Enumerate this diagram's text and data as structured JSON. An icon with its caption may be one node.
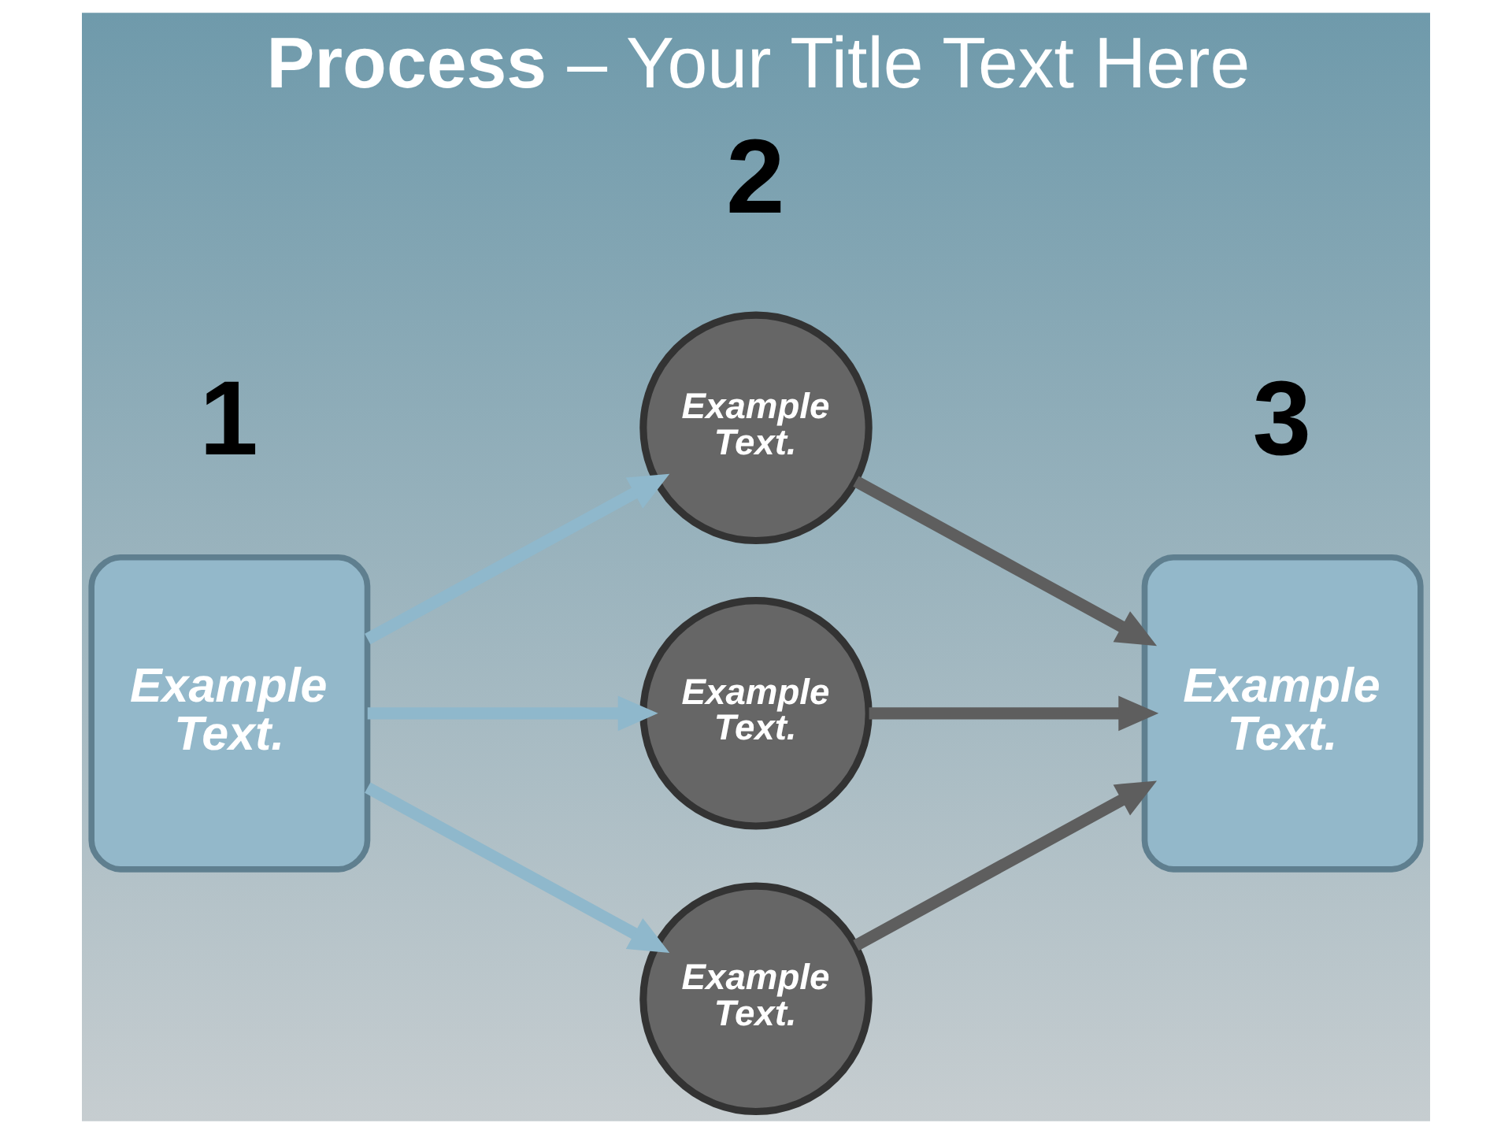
{
  "diagram": {
    "title": "**Process** – Your Title Text Here",
    "nodes": [
      {
        "text": [
          "Example Text."
        ],
        "beside": [
          "1"
        ]
      },
      {
        "text": [
          "Example Text."
        ],
        "beside": [
          "2"
        ]
      },
      {
        "text": [
          "Example Text."
        ]
      },
      {
        "text": [
          "Example Text."
        ]
      },
      {
        "text": [
          "Example Text."
        ],
        "beside": [
          "3"
        ]
      }
    ],
    "edges": [
      {
        "from": 0,
        "to": 1,
        "arrow": "to",
        "color": "#8fb8cc"
      },
      {
        "from": 0,
        "to": 2,
        "arrow": "to",
        "color": "#8fb8cc"
      },
      {
        "from": 0,
        "to": 3,
        "arrow": "to",
        "color": "#8fb8cc"
      },
      {
        "from": 1,
        "to": 4,
        "arrow": "to",
        "color": "#5e5e5e"
      },
      {
        "from": 2,
        "to": 4,
        "arrow": "to",
        "color": "#5e5e5e"
      },
      {
        "from": 3,
        "to": 4,
        "arrow": "to",
        "color": "#5e5e5e"
      }
    ]
  }
}
